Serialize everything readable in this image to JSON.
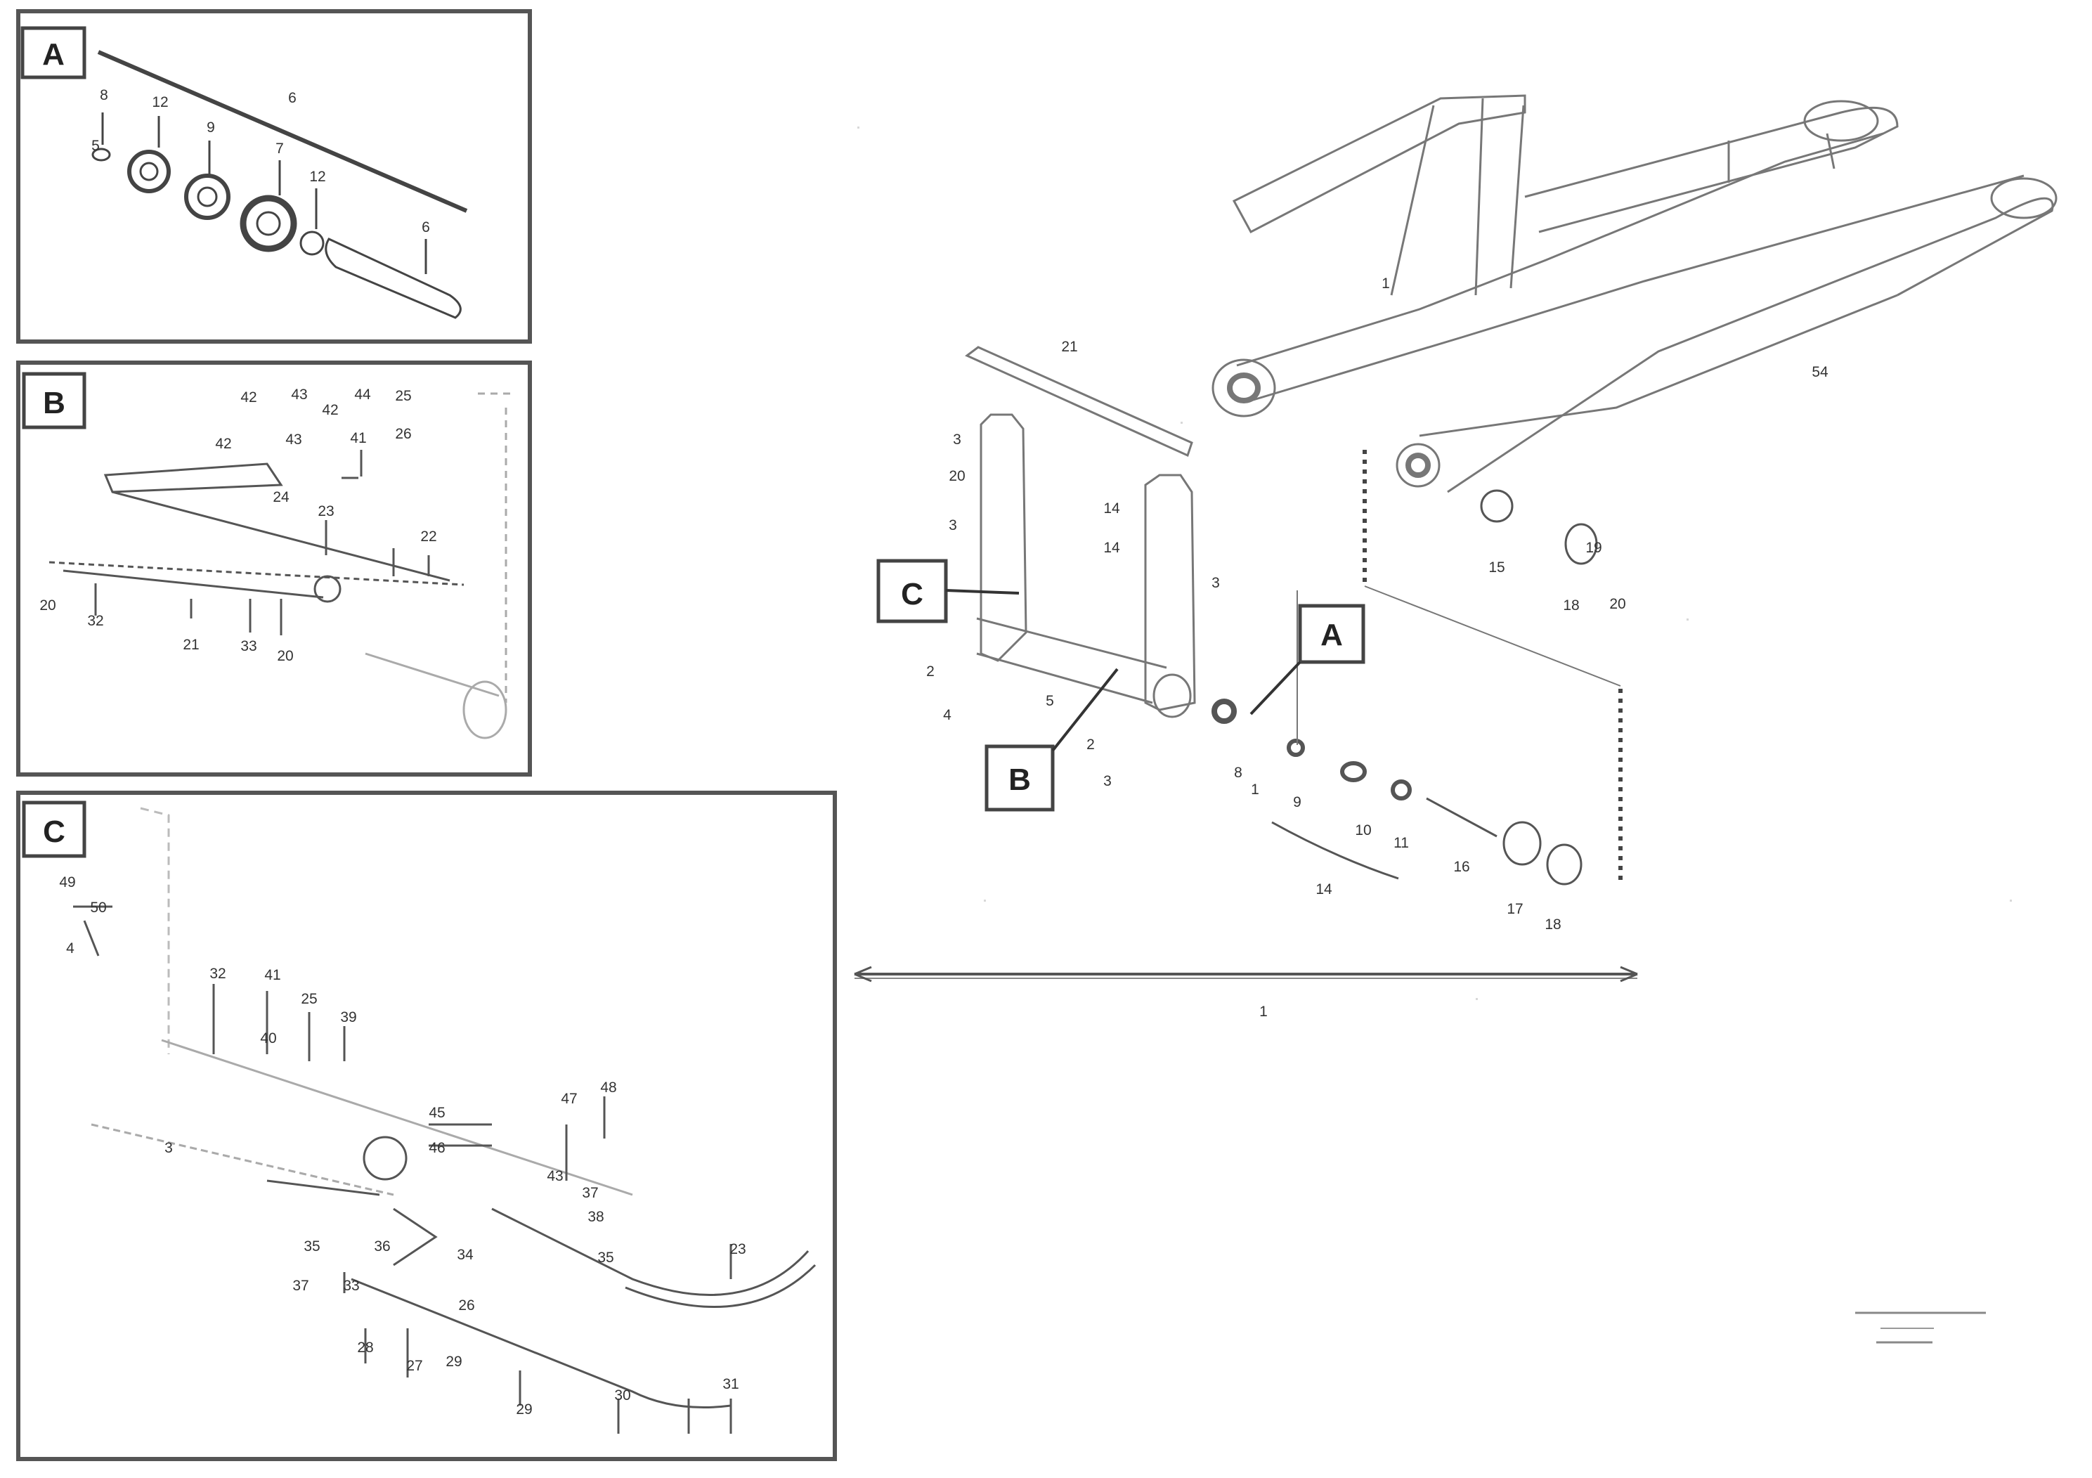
{
  "panels": {
    "A": {
      "label": "A",
      "callouts": [
        "8",
        "6",
        "12",
        "9",
        "7",
        "12",
        "5",
        "6"
      ]
    },
    "B": {
      "label": "B",
      "callouts": [
        "42",
        "43",
        "44",
        "25",
        "42",
        "26",
        "42",
        "41",
        "43",
        "24",
        "23",
        "22",
        "20",
        "32",
        "21",
        "33",
        "20"
      ]
    },
    "C": {
      "label": "C",
      "callouts": [
        "49",
        "50",
        "4",
        "32",
        "41",
        "25",
        "39",
        "40",
        "3",
        "45",
        "46",
        "47",
        "48",
        "43",
        "37",
        "38",
        "35",
        "23",
        "34",
        "35",
        "36",
        "37",
        "33",
        "26",
        "28",
        "27",
        "29",
        "29",
        "30",
        "31"
      ]
    }
  },
  "main": {
    "callouts": [
      "21",
      "3",
      "20",
      "3",
      "14",
      "14",
      "3",
      "2",
      "4",
      "5",
      "2",
      "3",
      "1",
      "54",
      "15",
      "18",
      "19",
      "20",
      "8",
      "9",
      "10",
      "11",
      "14",
      "16",
      "17",
      "18",
      "1"
    ],
    "zoom_labels": {
      "A": "A",
      "B": "B",
      "C": "C"
    },
    "dimension_label": "1"
  },
  "footer": {
    "stamp_lines": [
      "",
      "",
      ""
    ]
  }
}
